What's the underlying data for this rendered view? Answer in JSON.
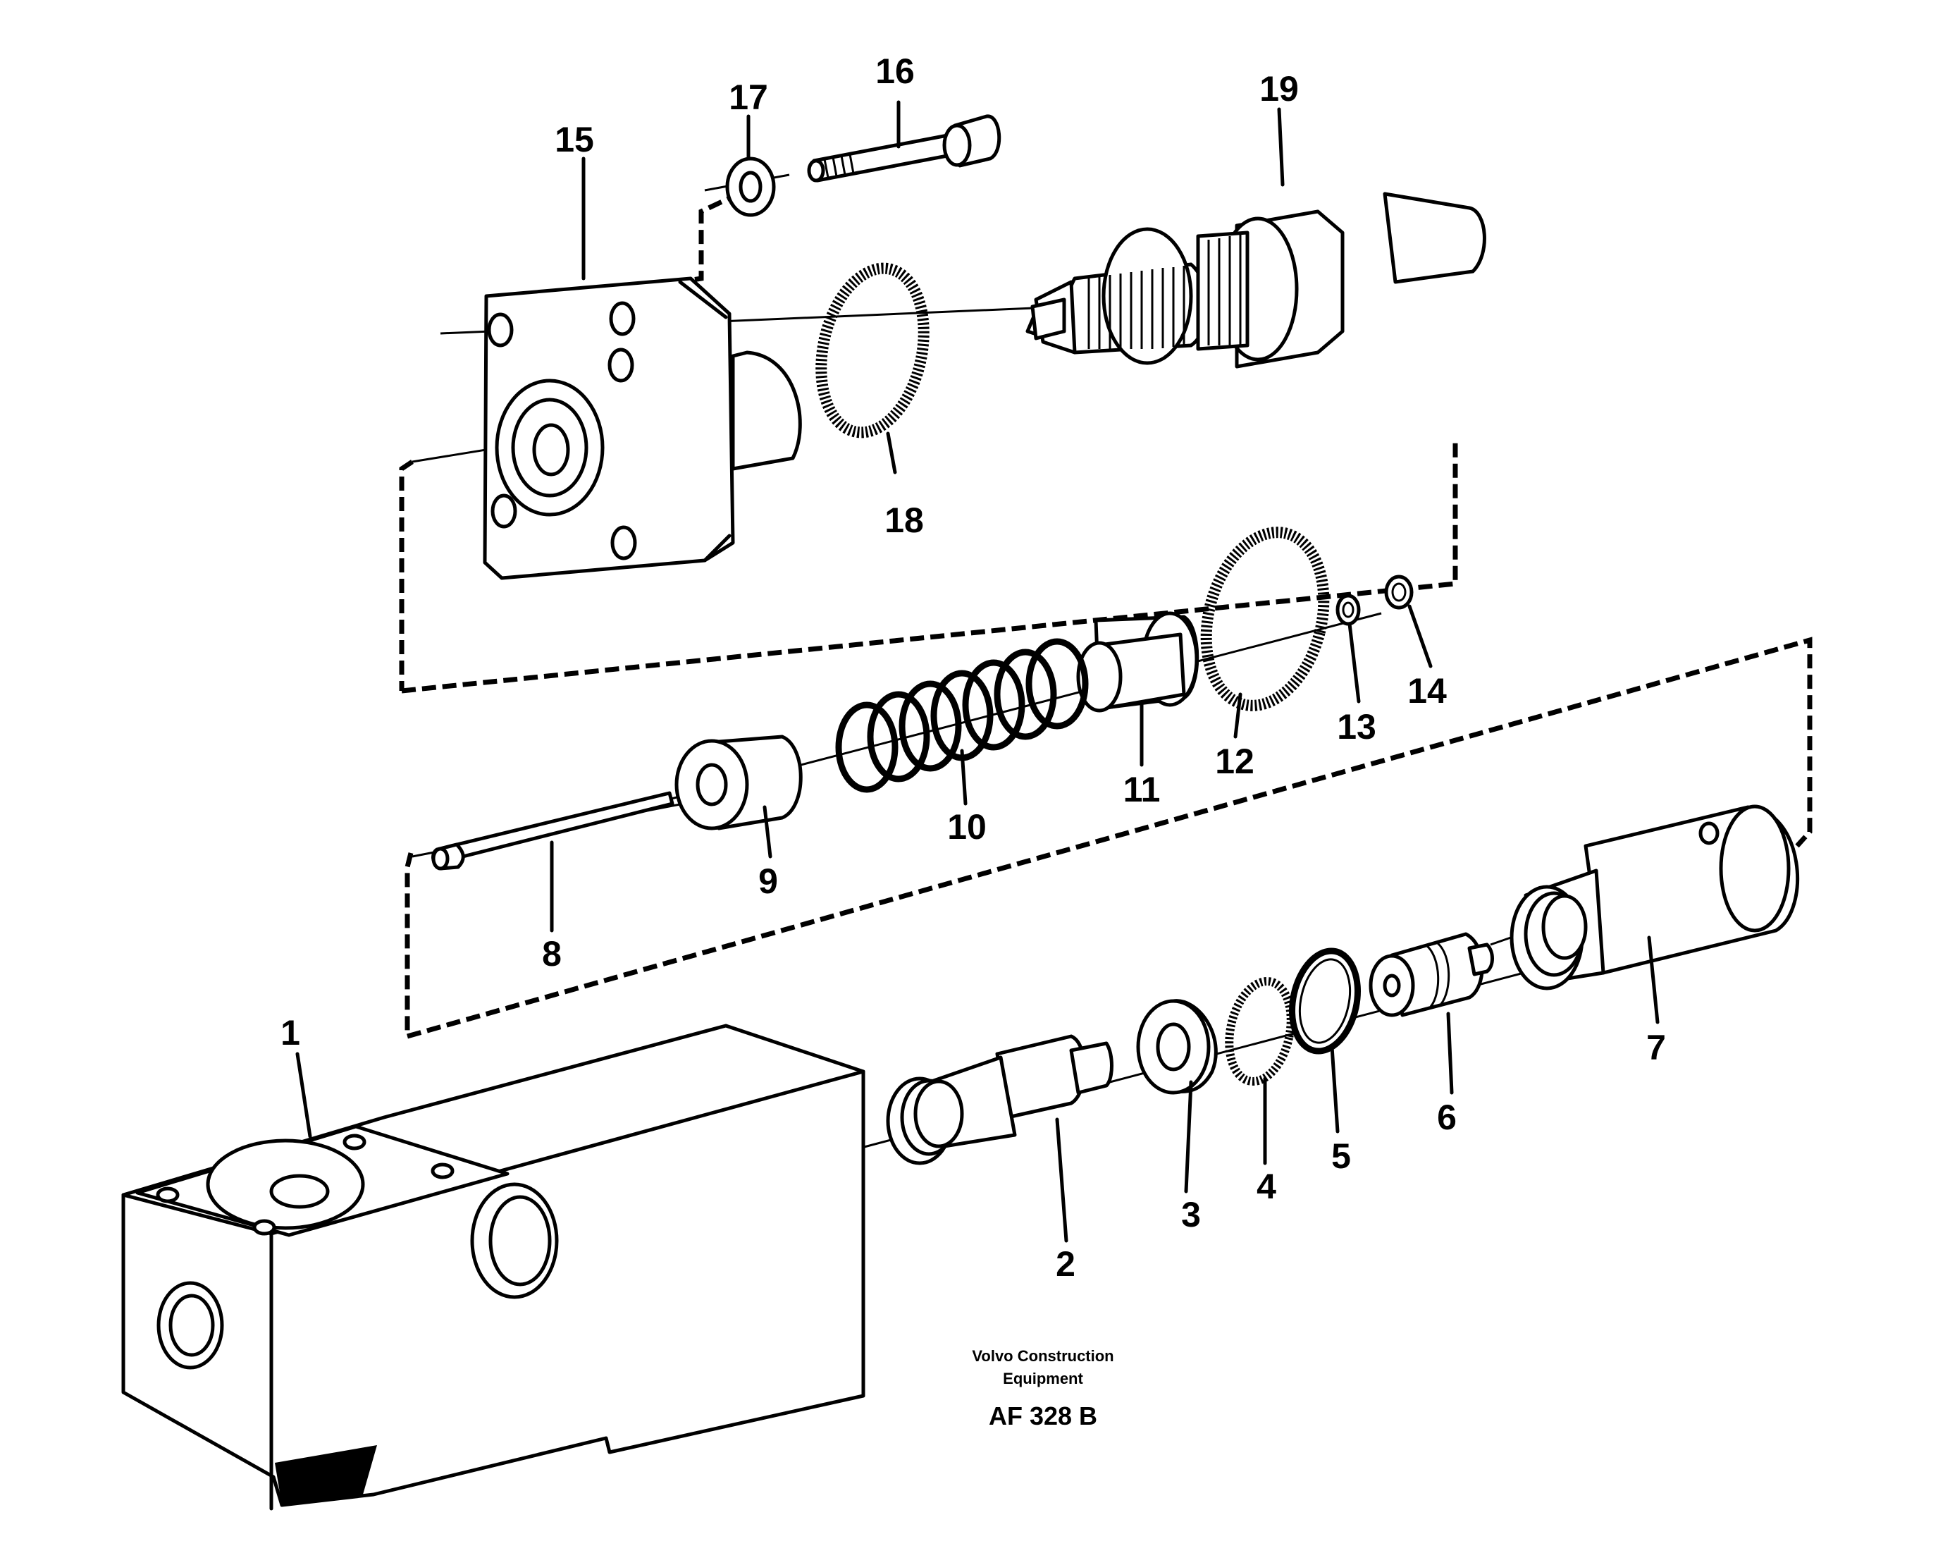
{
  "diagram": {
    "callouts": [
      "1",
      "2",
      "3",
      "4",
      "5",
      "6",
      "7",
      "8",
      "9",
      "10",
      "11",
      "12",
      "13",
      "14",
      "15",
      "16",
      "17",
      "18",
      "19"
    ]
  },
  "caption": {
    "company_line1": "Volvo Construction",
    "company_line2": "Equipment",
    "drawing_code": "AF 328 B"
  }
}
